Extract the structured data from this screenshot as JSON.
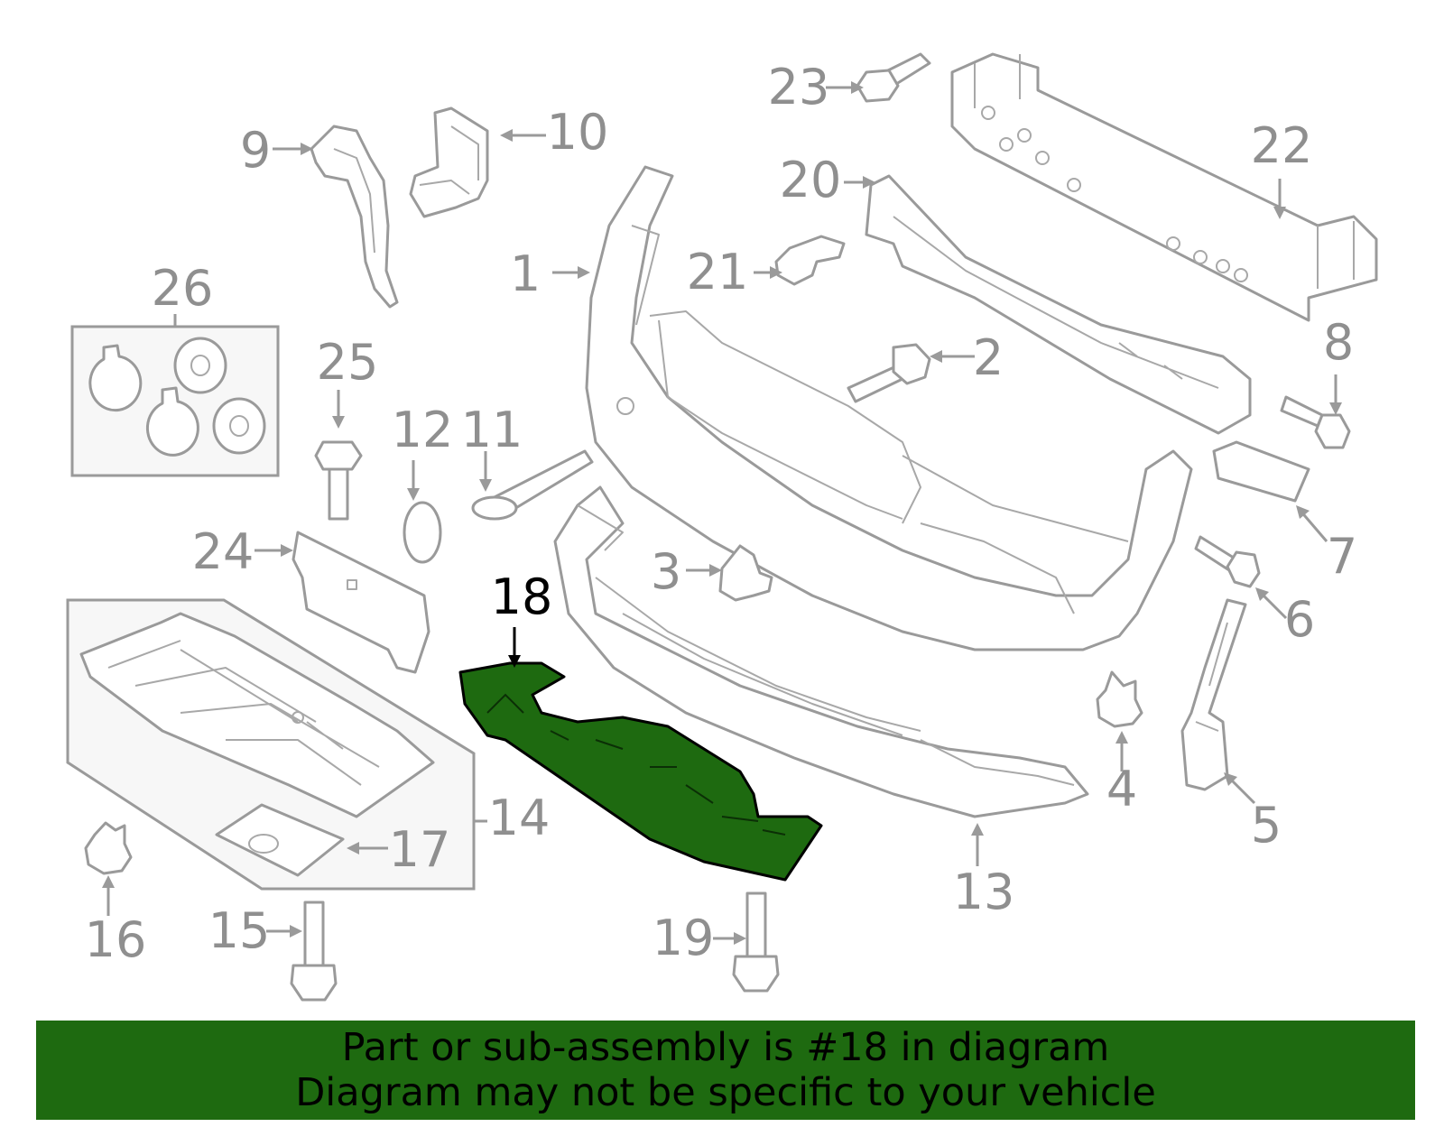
{
  "colors": {
    "highlight": "#1e6a10",
    "banner": "#1e6a10",
    "line": "#9a9a9a",
    "label": "#8f8f8f"
  },
  "highlighted_callout": "18",
  "callouts": [
    "1",
    "2",
    "3",
    "4",
    "5",
    "6",
    "7",
    "8",
    "9",
    "10",
    "11",
    "12",
    "13",
    "14",
    "15",
    "16",
    "17",
    "18",
    "19",
    "20",
    "21",
    "22",
    "23",
    "24",
    "25",
    "26"
  ],
  "banner": {
    "line1": "Part or sub-assembly is #18 in diagram",
    "line2": "Diagram may not be specific to your vehicle"
  }
}
